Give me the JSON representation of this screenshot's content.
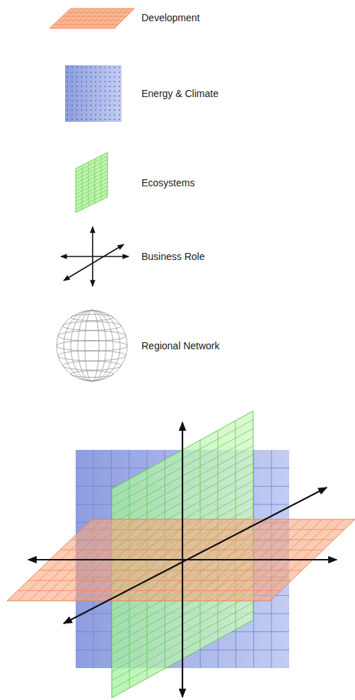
{
  "diagram": {
    "legend": [
      {
        "text": "Development"
      },
      {
        "text": "Energy & Climate"
      },
      {
        "text": "Ecosystems"
      },
      {
        "text": "Business Role"
      },
      {
        "text": "Regional Network"
      }
    ]
  }
}
